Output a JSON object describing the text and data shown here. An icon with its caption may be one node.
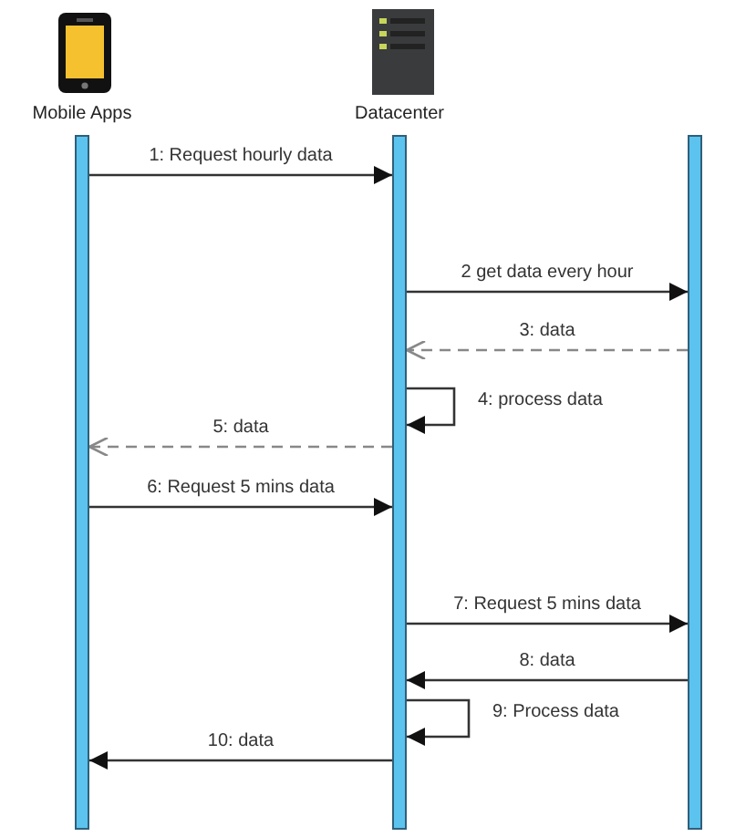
{
  "diagram": {
    "nodes": [
      {
        "text": [],
        "shape": "bar",
        "beside": [
          "Mobile Apps"
        ]
      },
      {
        "text": [],
        "shape": "bar",
        "beside": [
          "Datacenter"
        ]
      },
      {
        "text": [],
        "shape": "bar"
      }
    ],
    "edges": [
      {
        "from": 0,
        "to": 1,
        "arrow": "to",
        "label": "1: Request hourly data"
      },
      {
        "from": 1,
        "to": 2,
        "arrow": "to",
        "label": "2 get data every hour"
      },
      {
        "from": 2,
        "to": 1,
        "arrow": "to",
        "label": "3: data",
        "style": "dashed"
      },
      {
        "from": 1,
        "to": 1,
        "arrow": "to",
        "label": "4: process data"
      },
      {
        "from": 1,
        "to": 0,
        "arrow": "to",
        "label": "5: data",
        "style": "dashed"
      },
      {
        "from": 0,
        "to": 1,
        "arrow": "to",
        "label": "6: Request 5 mins data"
      },
      {
        "from": 1,
        "to": 2,
        "arrow": "to",
        "label": "7: Request 5 mins data"
      },
      {
        "from": 2,
        "to": 1,
        "arrow": "to",
        "label": "8: data"
      },
      {
        "from": 1,
        "to": 1,
        "arrow": "to",
        "label": "9: Process data"
      },
      {
        "from": 1,
        "to": 0,
        "arrow": "to",
        "label": "10: data"
      }
    ]
  }
}
